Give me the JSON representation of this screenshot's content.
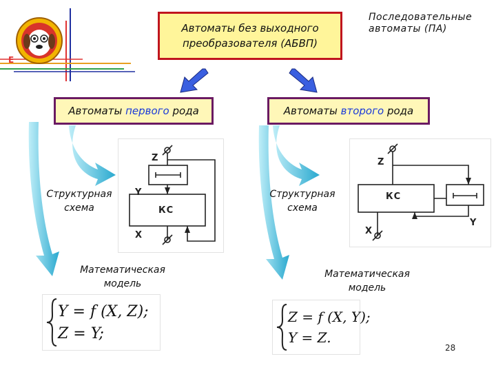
{
  "header": {
    "abvp_line1": "Автоматы без выходного",
    "abvp_line2": "преобразователя (АБВП)",
    "pa_line1": "Последовательные",
    "pa_line2": "автоматы (ПА)"
  },
  "left": {
    "title_pre": "Автоматы ",
    "title_mid": "первого",
    "title_post": " рода",
    "struct_line1": "Структурная",
    "struct_line2": "схема",
    "math_line1": "Математическая",
    "math_line2": "модель",
    "scheme": {
      "z": "Z",
      "y": "Y",
      "x": "X",
      "block": "КС"
    },
    "formula_line1": "Y = f (X, Z);",
    "formula_line2": "Z = Y;"
  },
  "right": {
    "title_pre": "Автоматы ",
    "title_mid": "второго",
    "title_post": " рода",
    "struct_line1": "Структурная",
    "struct_line2": "схема",
    "math_line1": "Математическая",
    "math_line2": "модель",
    "scheme": {
      "z": "Z",
      "y": "Y",
      "x": "X",
      "block": "КС"
    },
    "formula_line1": "Z = f (X, Y);",
    "formula_line2": "Y = Z."
  },
  "page_number": "28",
  "logo_letter": "E",
  "colors": {
    "red_border": "#c0151e",
    "purple_border": "#6a1a62",
    "yellow_fill": "#fff59a",
    "arrow_blue": "#3a5fe0",
    "cyan_arrow": "#35b7d9"
  }
}
